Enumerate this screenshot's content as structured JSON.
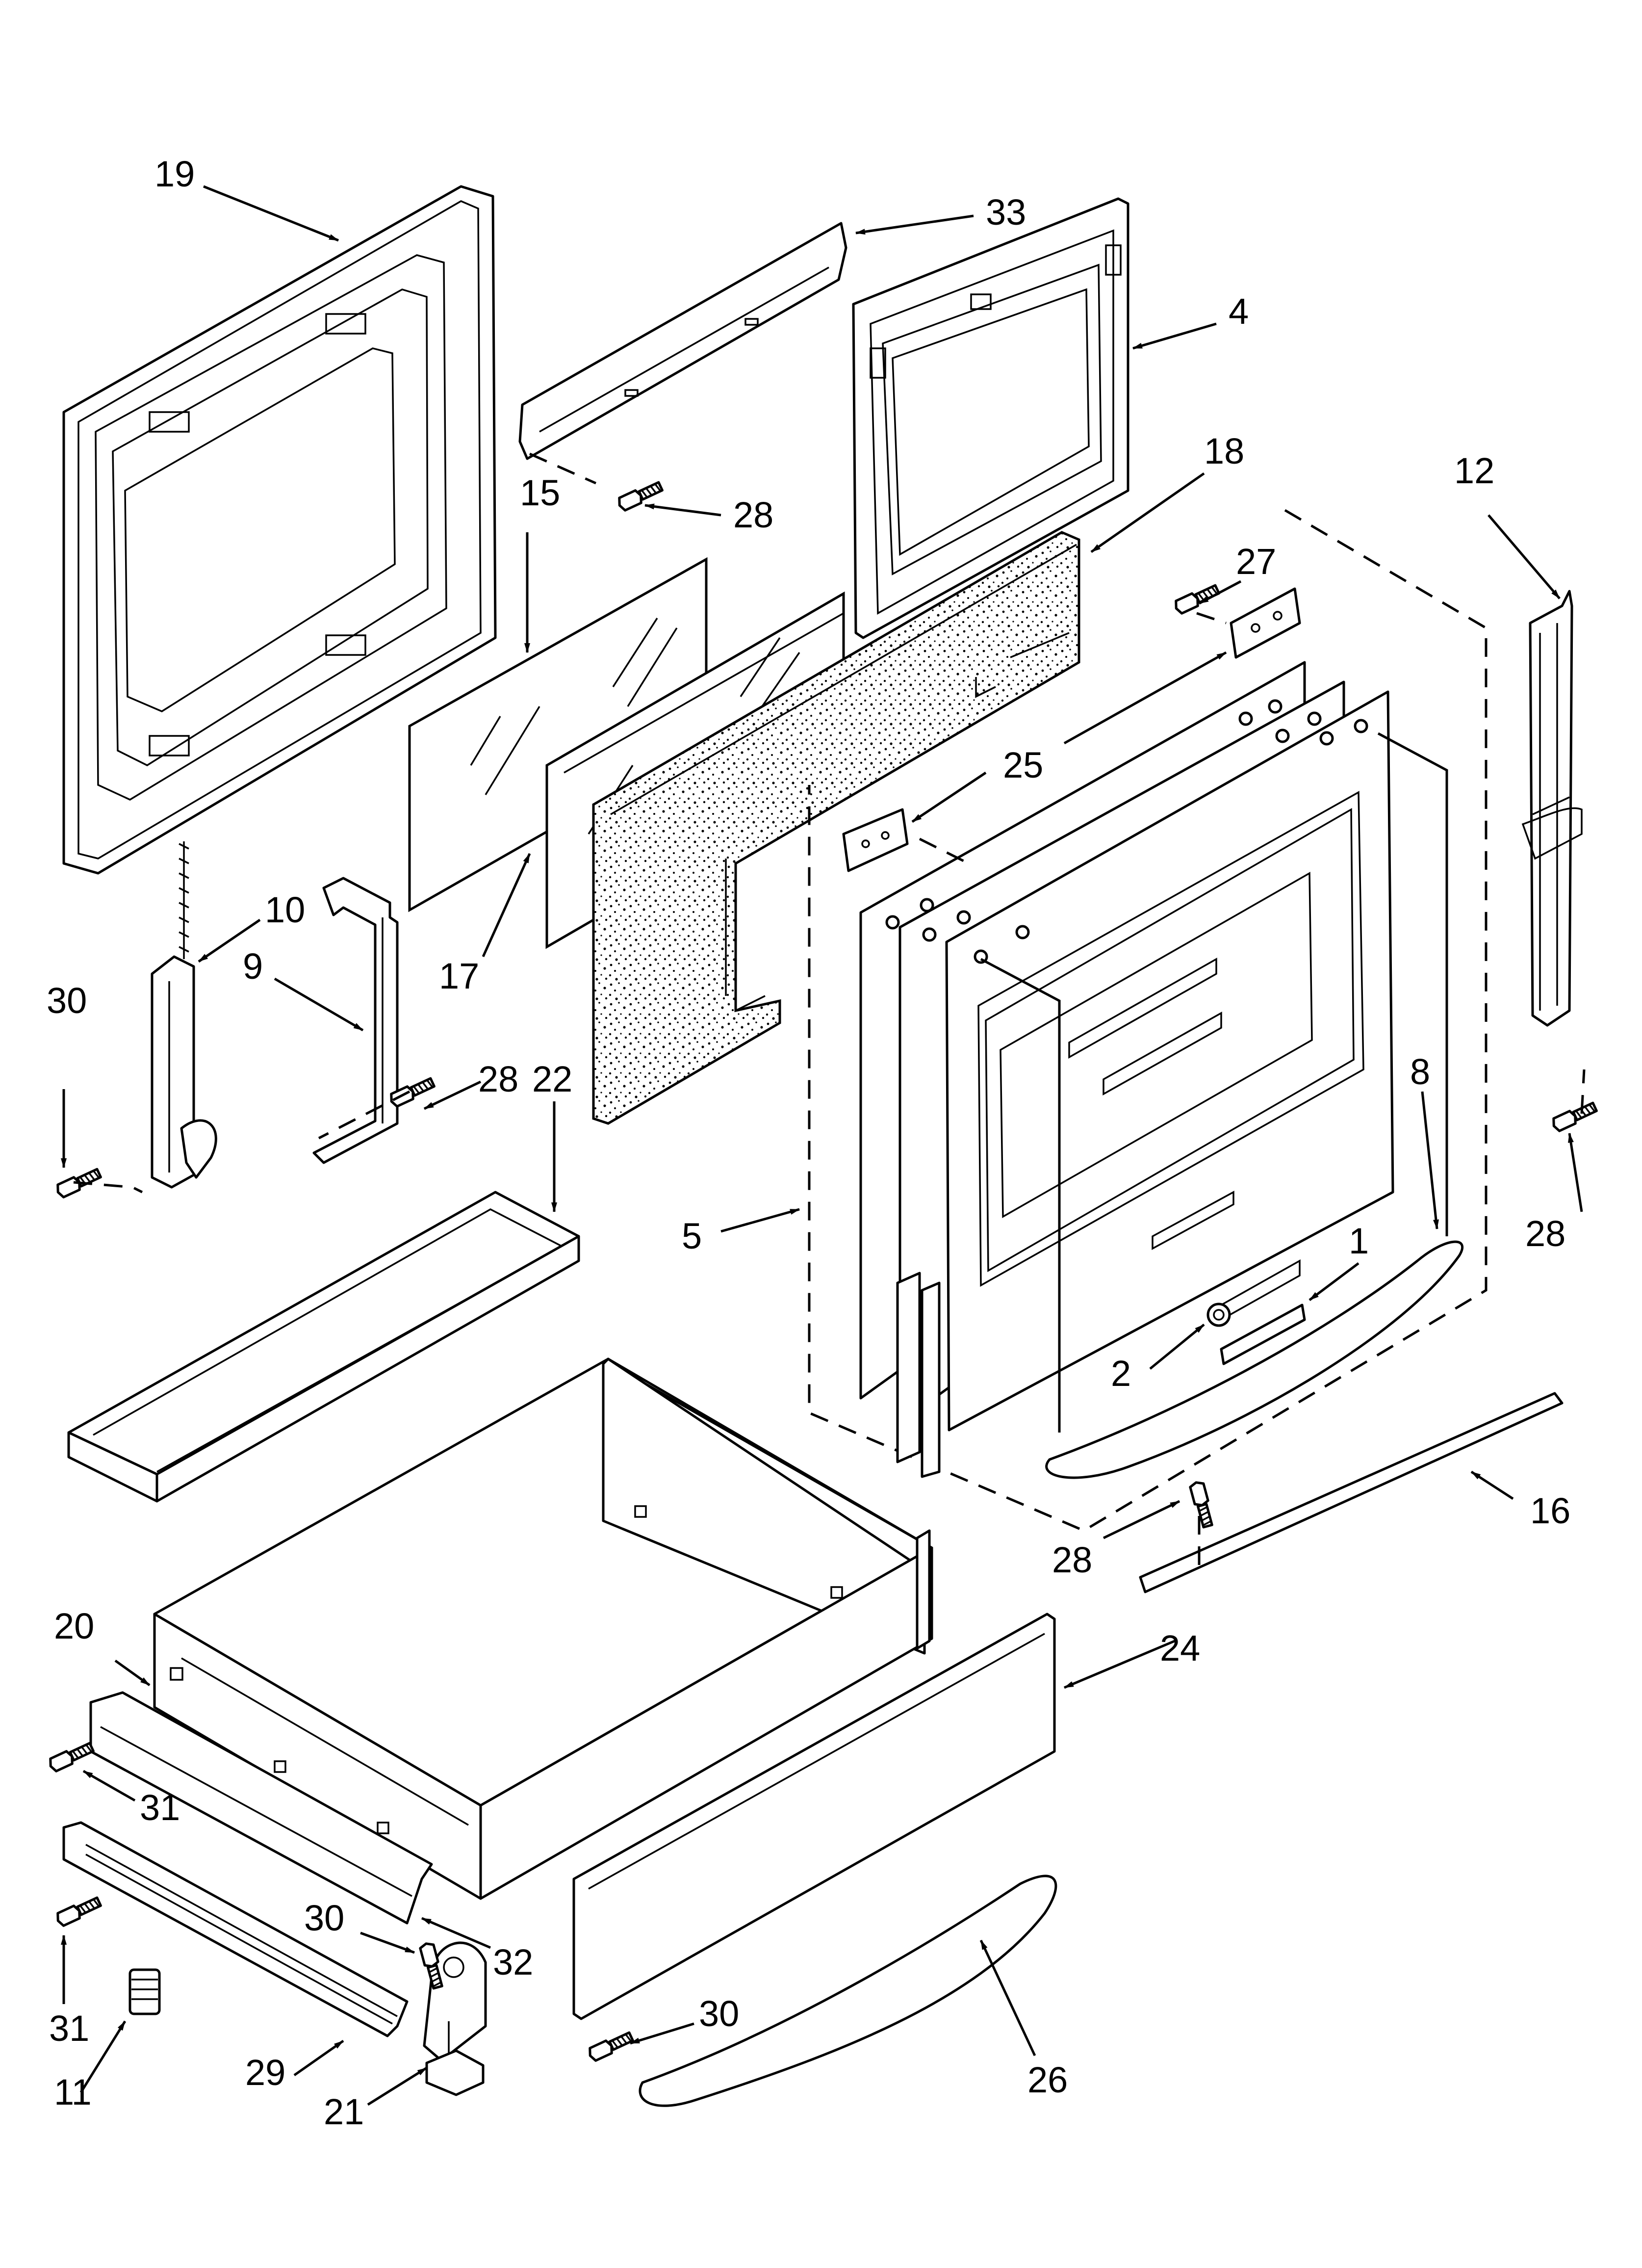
{
  "callouts": [
    {
      "id": "c19",
      "text": "19"
    },
    {
      "id": "c33",
      "text": "33"
    },
    {
      "id": "c4",
      "text": "4"
    },
    {
      "id": "c15",
      "text": "15"
    },
    {
      "id": "c28a",
      "text": "28"
    },
    {
      "id": "c18",
      "text": "18"
    },
    {
      "id": "c12",
      "text": "12"
    },
    {
      "id": "c27",
      "text": "27"
    },
    {
      "id": "c25",
      "text": "25"
    },
    {
      "id": "c10",
      "text": "10"
    },
    {
      "id": "c9",
      "text": "9"
    },
    {
      "id": "c30a",
      "text": "30"
    },
    {
      "id": "c17",
      "text": "17"
    },
    {
      "id": "c28b",
      "text": "28"
    },
    {
      "id": "c22",
      "text": "22"
    },
    {
      "id": "c8",
      "text": "8"
    },
    {
      "id": "c28c",
      "text": "28"
    },
    {
      "id": "c5",
      "text": "5"
    },
    {
      "id": "c1",
      "text": "1"
    },
    {
      "id": "c2",
      "text": "2"
    },
    {
      "id": "c16",
      "text": "16"
    },
    {
      "id": "c28d",
      "text": "28"
    },
    {
      "id": "c20",
      "text": "20"
    },
    {
      "id": "c24",
      "text": "24"
    },
    {
      "id": "c31a",
      "text": "31"
    },
    {
      "id": "c30b",
      "text": "30"
    },
    {
      "id": "c32",
      "text": "32"
    },
    {
      "id": "c31b",
      "text": "31"
    },
    {
      "id": "c11",
      "text": "11"
    },
    {
      "id": "c29",
      "text": "29"
    },
    {
      "id": "c21",
      "text": "21"
    },
    {
      "id": "c30c",
      "text": "30"
    },
    {
      "id": "c26",
      "text": "26"
    }
  ],
  "colors": {
    "ink": "#000000",
    "paper": "#ffffff"
  }
}
